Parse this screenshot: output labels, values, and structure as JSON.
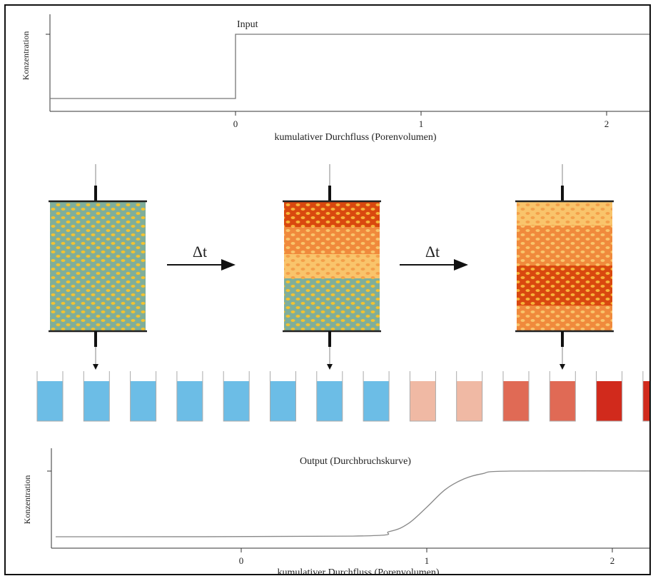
{
  "input_chart": {
    "title": "Input",
    "ylabel": "Konzentration",
    "xlabel": "kumulativer Durchfluss (Porenvolumen)",
    "ticks": [
      "0",
      "1",
      "2"
    ]
  },
  "columns": {
    "arrow_labels": [
      "Δt",
      "Δt"
    ]
  },
  "output_chart": {
    "title": "Output (Durchbruchskurve)",
    "ylabel": "Konzentration",
    "xlabel": "kumulativer Durchfluss (Porenvolumen)",
    "ticks": [
      "0",
      "1",
      "2"
    ]
  },
  "colors": {
    "soil_green": "#7fae9a",
    "dot_yellow": "#f2c230",
    "layer_red": "#d9480f",
    "layer_orange": "#f08a3c",
    "layer_light": "#f9c46b",
    "water_blue": "#6cbde6",
    "sample_pale": "#f0b9a4",
    "sample_mid": "#e06a55",
    "sample_red": "#d12a1c"
  },
  "chart_data": [
    {
      "type": "line",
      "title": "Input",
      "xlabel": "kumulativer Durchfluss (Porenvolumen)",
      "ylabel": "Konzentration",
      "xticks": [
        0,
        1,
        2
      ],
      "xlim": [
        -1,
        2.3
      ],
      "ylim": [
        0,
        1
      ],
      "series": [
        {
          "x": [
            -1,
            0,
            0,
            2.3
          ],
          "values": [
            0,
            0,
            1,
            1
          ]
        }
      ]
    },
    {
      "type": "line",
      "title": "Output (Durchbruchskurve)",
      "xlabel": "kumulativer Durchfluss (Porenvolumen)",
      "ylabel": "Konzentration",
      "xticks": [
        0,
        1,
        2
      ],
      "xlim": [
        -1,
        2.3
      ],
      "ylim": [
        0,
        1
      ],
      "series": [
        {
          "x": [
            -1,
            0.6,
            0.8,
            0.9,
            1.0,
            1.1,
            1.2,
            1.3,
            1.45,
            2.3
          ],
          "values": [
            0,
            0.01,
            0.08,
            0.2,
            0.45,
            0.72,
            0.88,
            0.96,
            1.0,
            1.0
          ]
        }
      ]
    }
  ]
}
